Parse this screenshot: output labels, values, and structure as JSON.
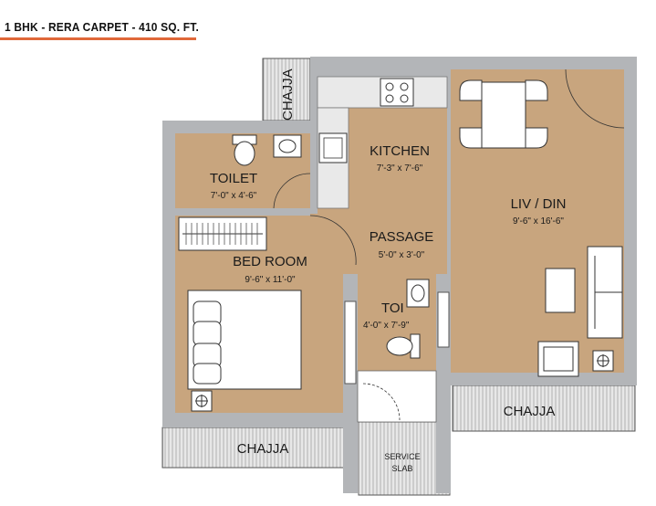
{
  "title": "1 BHK - RERA CARPET - 410 SQ. FT.",
  "colors": {
    "floor": "#c8a57e",
    "wall": "#b3b5b8",
    "chajja_hatch": "#9a9a9a",
    "accent_rule": "#e0683a",
    "fixture": "#ffffff"
  },
  "rooms": {
    "kitchen": {
      "name": "KITCHEN",
      "size": "7'-3\" x 7'-6\""
    },
    "toilet": {
      "name": "TOILET",
      "size": "7'-0\" x 4'-6\""
    },
    "liv_din": {
      "name": "LIV / DIN",
      "size": "9'-6\" x 16'-6\""
    },
    "passage": {
      "name": "PASSAGE",
      "size": "5'-0\" x 3'-0\""
    },
    "bedroom": {
      "name": "BED ROOM",
      "size": "9'-6\" x 11'-0\""
    },
    "toilet2": {
      "name": "TOI",
      "size": "4'-0\" x 7'-9\""
    }
  },
  "chajja": {
    "top": "CHAJJA",
    "bottom_left": "CHAJJA",
    "bottom_right": "CHAJJA"
  },
  "service_slab": {
    "line1": "SERVICE",
    "line2": "SLAB"
  },
  "icons": [
    "fan-icon",
    "stove-icon",
    "sink-icon",
    "wc-icon",
    "washbasin-icon",
    "bed-icon",
    "sofa-icon",
    "dining-table-icon",
    "wardrobe-icon"
  ]
}
